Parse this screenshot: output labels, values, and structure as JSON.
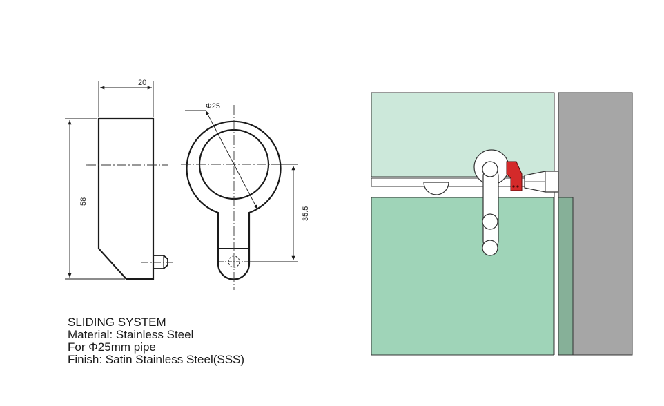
{
  "drawing": {
    "side_view": {
      "width_dim": "20",
      "height_dim": "58"
    },
    "front_view": {
      "diameter_dim": "Φ25",
      "offset_dim": "35.5"
    }
  },
  "specs": {
    "title": "SLIDING SYSTEM",
    "material": "Material: Stainless Steel",
    "pipe": "For Φ25mm  pipe",
    "finish": "Finish: Satin Stainless Steel(SSS)"
  },
  "colors": {
    "glass_upper": "#cce8da",
    "glass_lower": "#9fd4b8",
    "wall": "#a6a6a6",
    "clamp_red": "#d42a2a",
    "line": "#1a1a1a"
  }
}
